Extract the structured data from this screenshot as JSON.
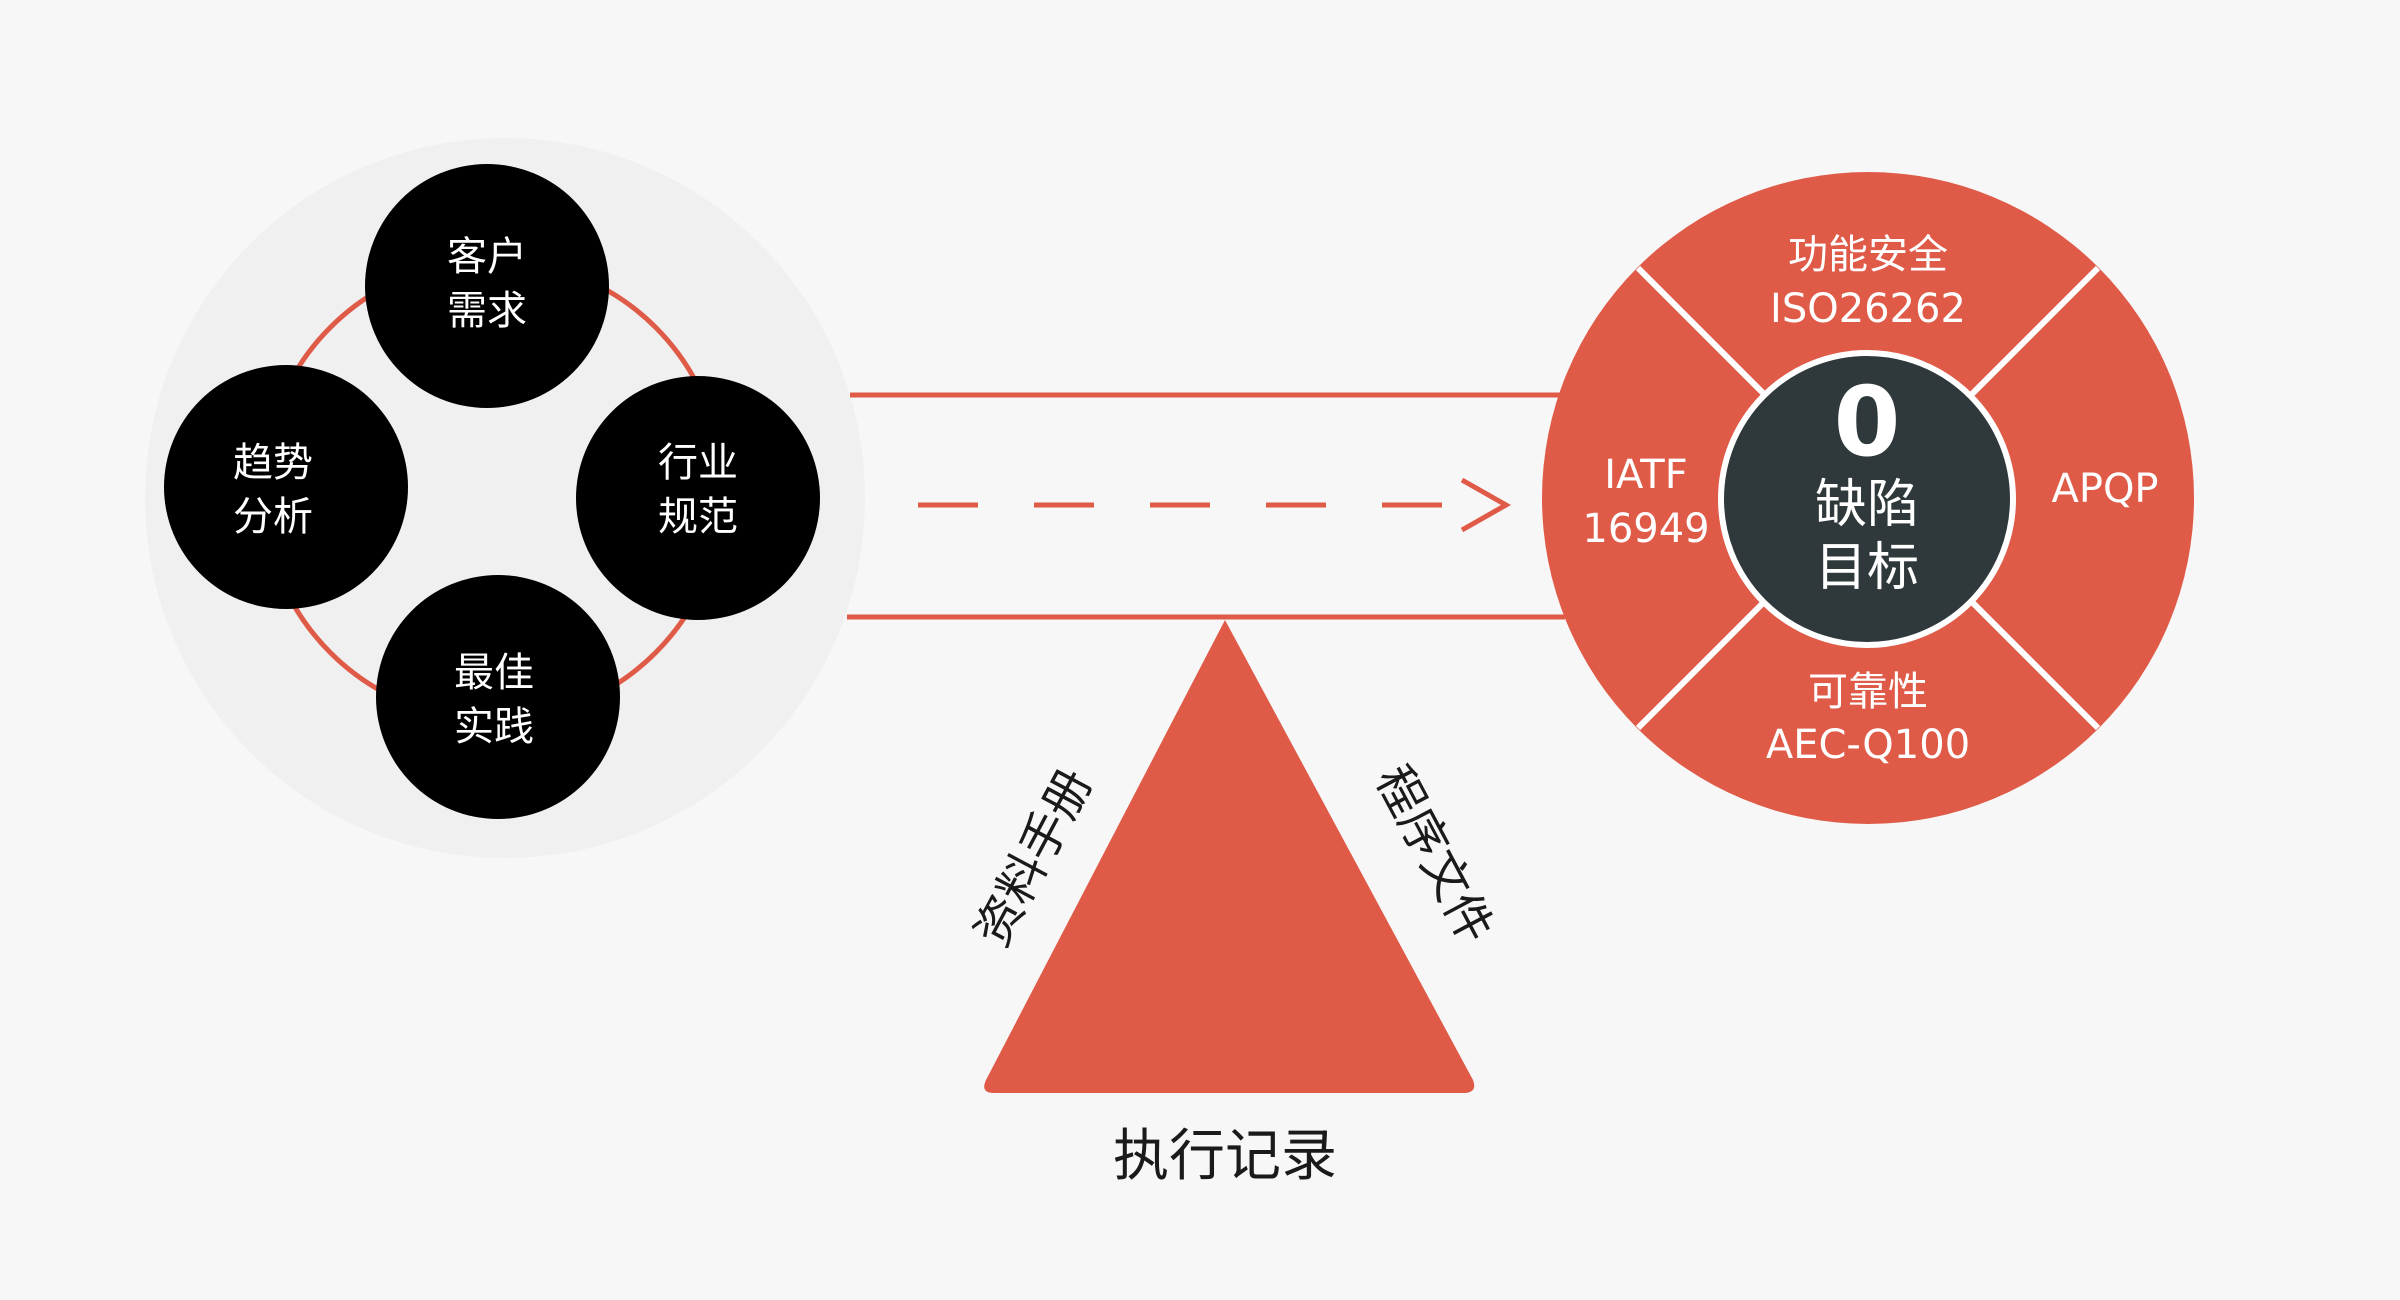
{
  "colors": {
    "background": "#f7f7f7",
    "accent": "#e05a48",
    "dark": "#2f383b",
    "black": "#000000",
    "halo": "#f0f0f0"
  },
  "inputs": {
    "title": "Inputs",
    "items": [
      {
        "line1": "客户",
        "line2": "需求"
      },
      {
        "line1": "趋势",
        "line2": "分析"
      },
      {
        "line1": "行业",
        "line2": "规范"
      },
      {
        "line1": "最佳",
        "line2": "实践"
      }
    ]
  },
  "support": {
    "left_side": "资料手册",
    "right_side": "程序文件",
    "base": "执行记录"
  },
  "target": {
    "center_number": "0",
    "center_line1": "缺陷",
    "center_line2": "目标",
    "top": {
      "line1": "功能安全",
      "line2": "ISO26262"
    },
    "right": {
      "line1": "APQP"
    },
    "bottom": {
      "line1": "可靠性",
      "line2": "AEC-Q100"
    },
    "left": {
      "line1": "IATF",
      "line2": "16949"
    }
  }
}
